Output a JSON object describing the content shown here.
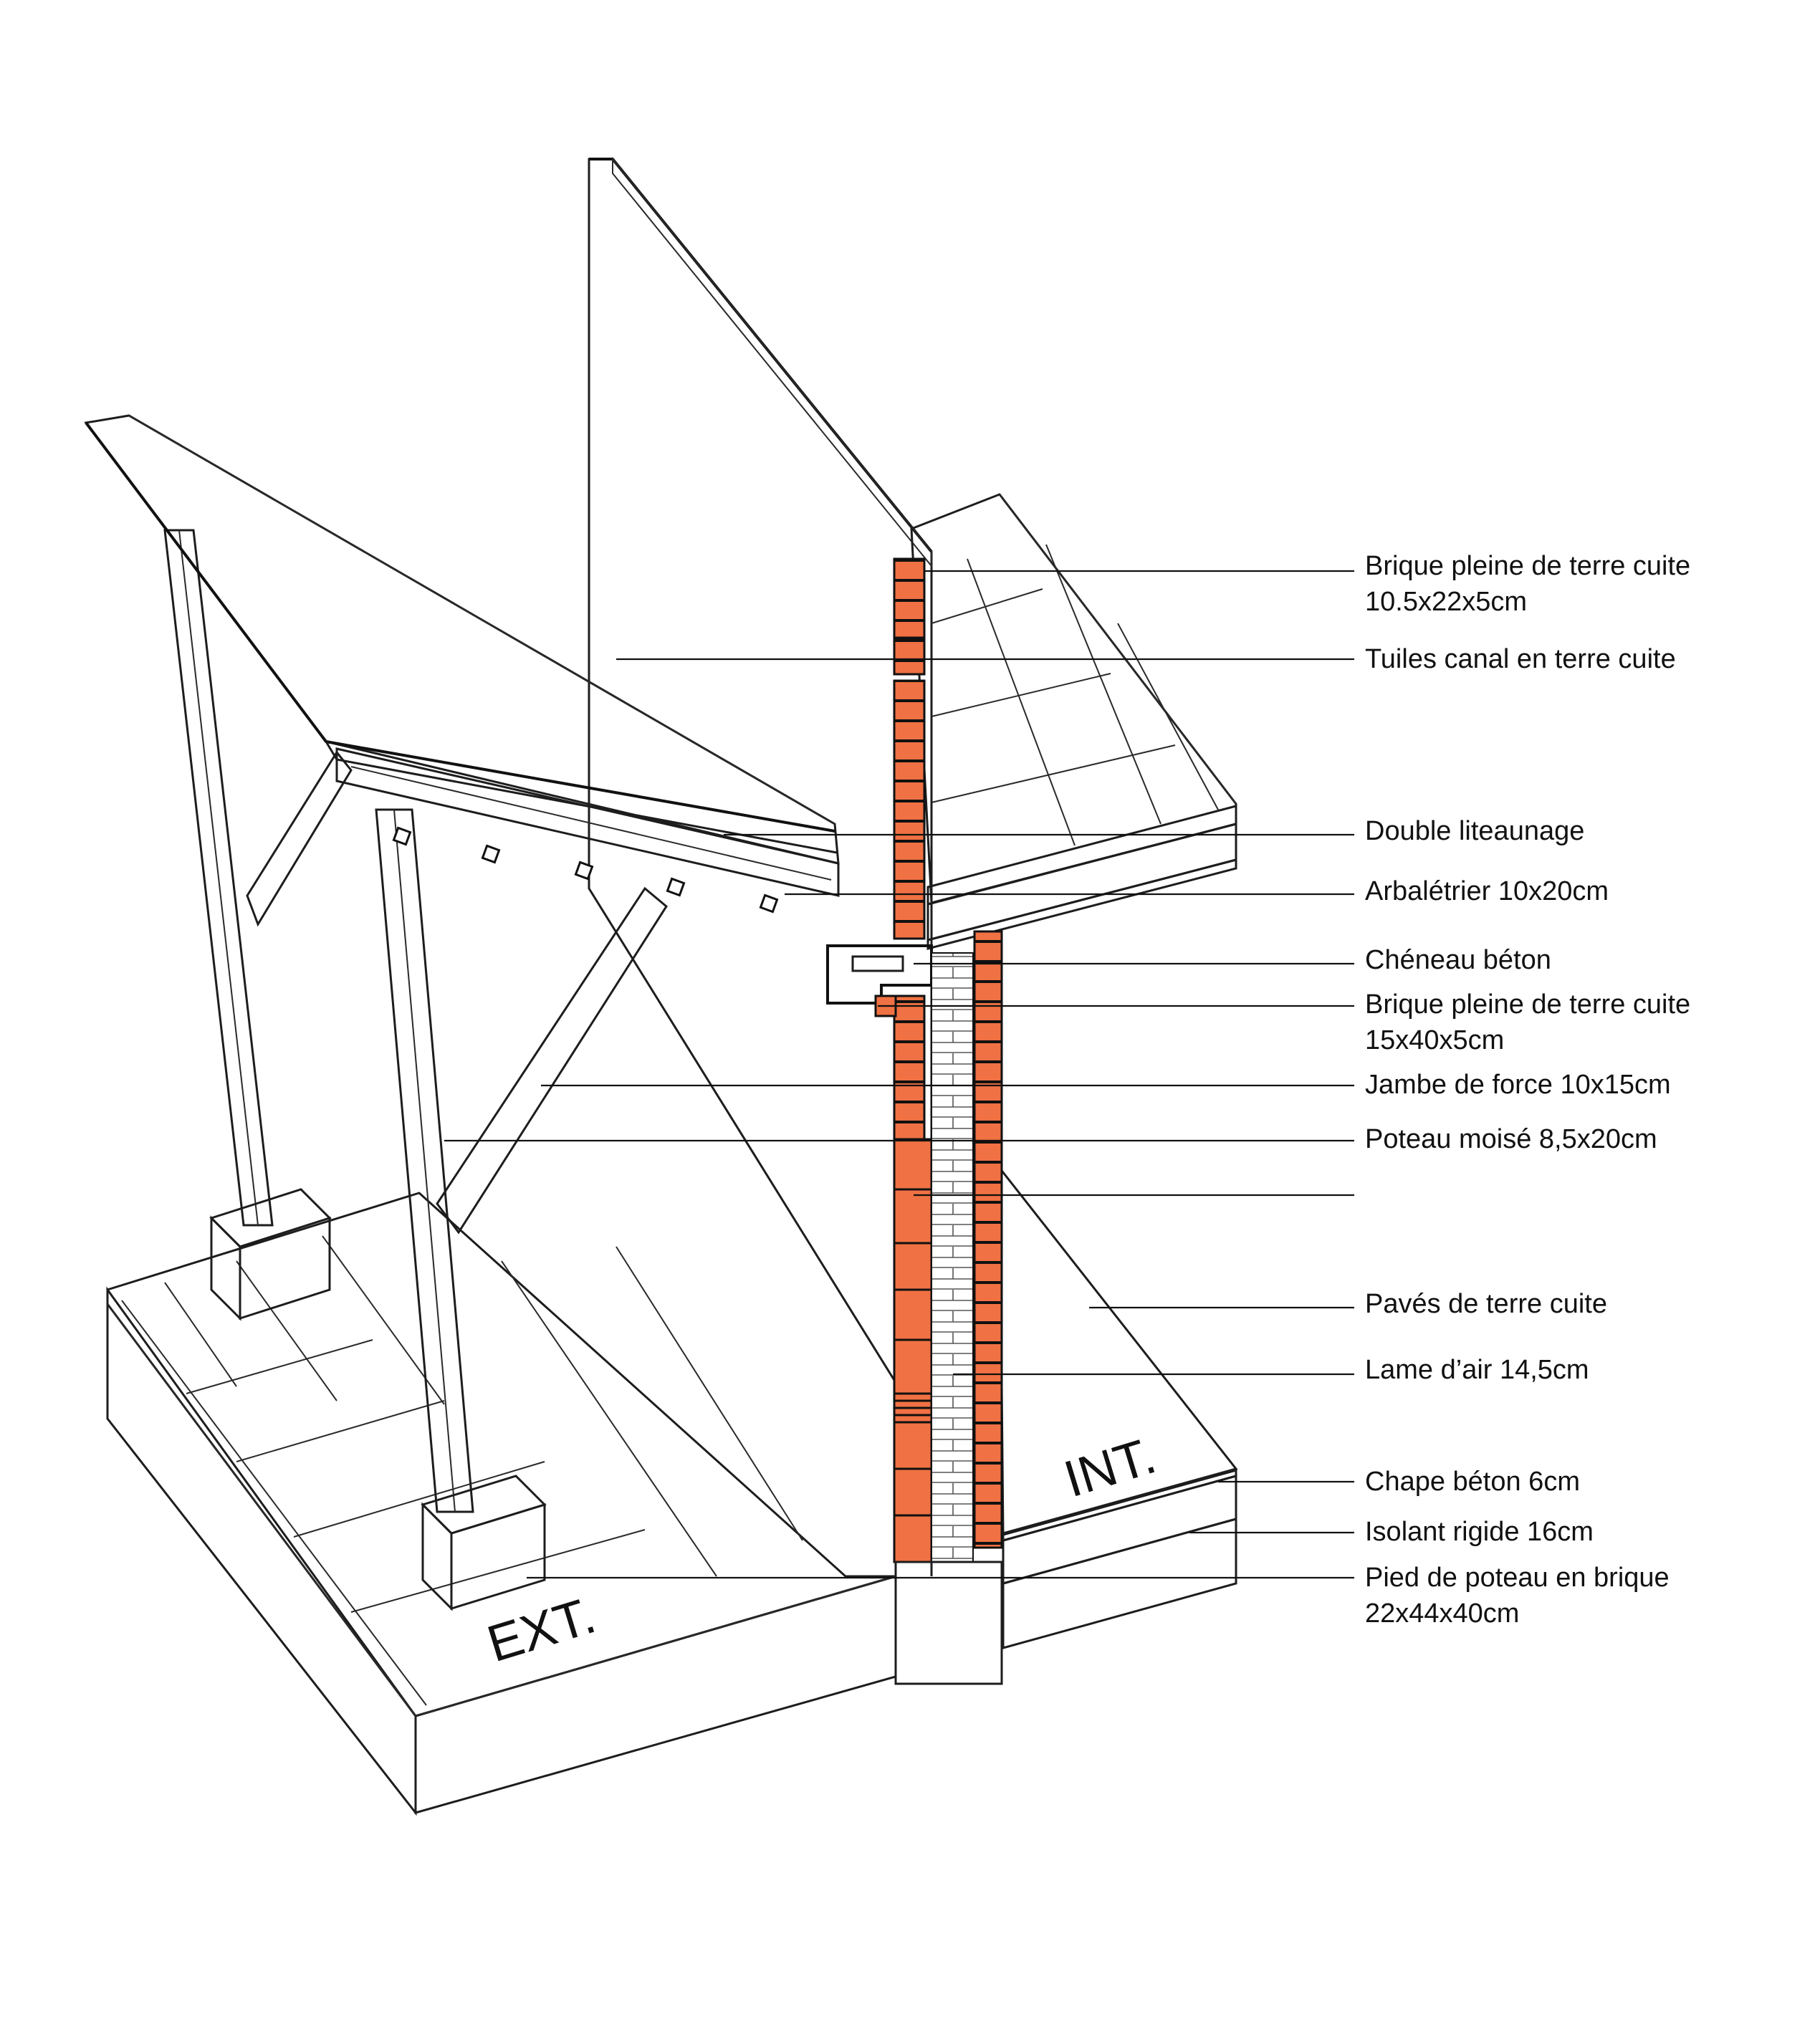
{
  "colors": {
    "brick": "#f07143",
    "line": "#1d1d1d",
    "background": "#ffffff"
  },
  "zones": {
    "exterior": "EXT.",
    "interior": "INT."
  },
  "labels": [
    {
      "id": "brique-pleine-1",
      "lines": [
        "Brique pleine de terre cuite",
        "10.5x22x5cm"
      ]
    },
    {
      "id": "tuiles-canal",
      "lines": [
        "Tuiles canal en terre cuite"
      ]
    },
    {
      "id": "double-liteaunage",
      "lines": [
        "Double liteaunage"
      ]
    },
    {
      "id": "arbaletrier",
      "lines": [
        "Arbalétrier 10x20cm"
      ]
    },
    {
      "id": "cheneau-beton",
      "lines": [
        "Chéneau béton"
      ]
    },
    {
      "id": "brique-pleine-2",
      "lines": [
        "Brique pleine de terre cuite",
        "15x40x5cm"
      ]
    },
    {
      "id": "jambe-de-force",
      "lines": [
        "Jambe de force 10x15cm"
      ]
    },
    {
      "id": "poteau-moise",
      "lines": [
        "Poteau moisé 8,5x20cm"
      ]
    },
    {
      "id": "unlabeled",
      "lines": []
    },
    {
      "id": "paves",
      "lines": [
        "Pavés de terre cuite"
      ]
    },
    {
      "id": "lame-air",
      "lines": [
        "Lame d’air 14,5cm"
      ]
    },
    {
      "id": "chape-beton",
      "lines": [
        "Chape béton 6cm"
      ]
    },
    {
      "id": "isolant",
      "lines": [
        "Isolant rigide 16cm"
      ]
    },
    {
      "id": "pied-poteau",
      "lines": [
        "Pied de poteau en brique",
        "22x44x40cm"
      ]
    }
  ]
}
